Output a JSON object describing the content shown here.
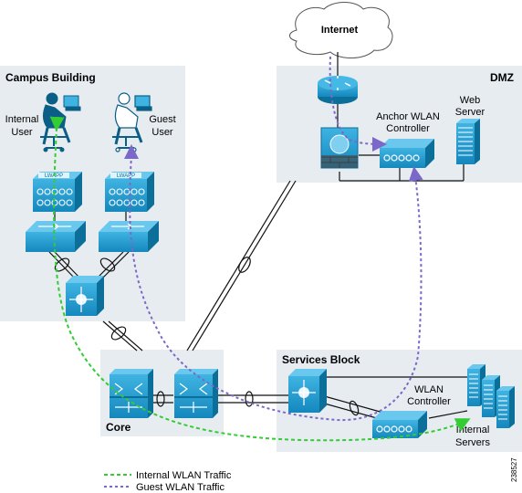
{
  "zones": {
    "campus": "Campus Building",
    "dmz": "DMZ",
    "core": "Core",
    "services": "Services Block"
  },
  "labels": {
    "internet": "Internet",
    "internal_user": [
      "Internal",
      "User"
    ],
    "guest_user": [
      "Guest",
      "User"
    ],
    "anchor_controller": [
      "Anchor WLAN",
      "Controller"
    ],
    "web_server": [
      "Web",
      "Server"
    ],
    "wlan_controller": [
      "WLAN",
      "Controller"
    ],
    "internal_servers": [
      "Internal",
      "Servers"
    ],
    "ap_badge": "LWAPP"
  },
  "legend": {
    "internal": "Internal WLAN Traffic",
    "guest": "Guest WLAN Traffic"
  },
  "colors": {
    "device": "#1e9bd0",
    "device_dark": "#0b6f9a",
    "zone_fill": "#e7ecf1",
    "internal_traffic": "#33cc33",
    "guest_traffic": "#7b68c8"
  },
  "figure_id": "238527"
}
